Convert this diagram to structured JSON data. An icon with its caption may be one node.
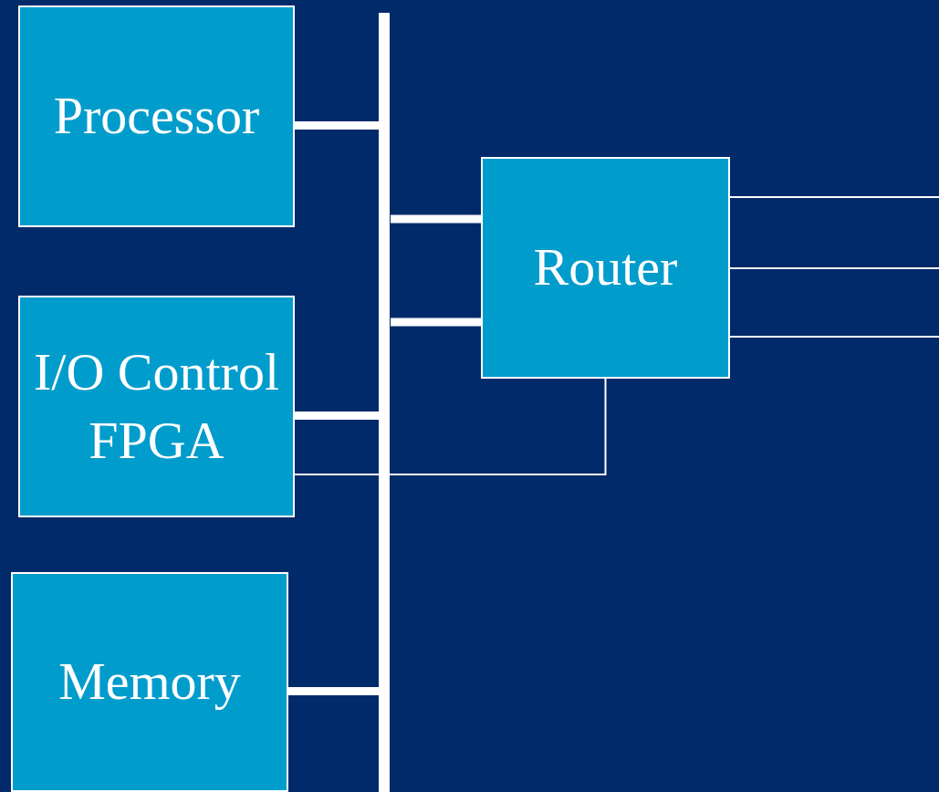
{
  "diagram": {
    "nodes": [
      {
        "text": [
          "Processor"
        ]
      },
      {
        "text": [
          "I/O Control FPGA"
        ]
      },
      {
        "text": [
          "Memory"
        ]
      },
      {
        "text": [],
        "shape": "bar"
      },
      {
        "text": [
          "Router"
        ]
      }
    ],
    "edges": [
      {
        "from": 0,
        "to": 3,
        "arrow": "none"
      },
      {
        "from": 1,
        "to": 3,
        "arrow": "none"
      },
      {
        "from": 2,
        "to": 3,
        "arrow": "none"
      },
      {
        "from": 3,
        "to": 4,
        "arrow": "none"
      },
      {
        "from": 3,
        "to": 4,
        "arrow": "none"
      },
      {
        "from": 4,
        "to": 1,
        "arrow": "none"
      },
      {
        "from": 4,
        "to": null,
        "arrow": "none"
      },
      {
        "from": 4,
        "to": null,
        "arrow": "none"
      },
      {
        "from": 4,
        "to": null,
        "arrow": "none"
      }
    ]
  }
}
